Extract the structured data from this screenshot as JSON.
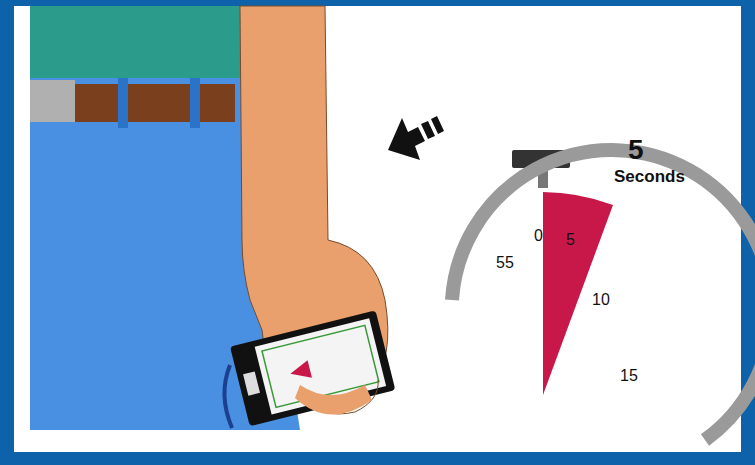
{
  "diagram": {
    "labels": [
      "5",
      "Seconds",
      "55",
      "0",
      "5",
      "10",
      "15"
    ]
  }
}
